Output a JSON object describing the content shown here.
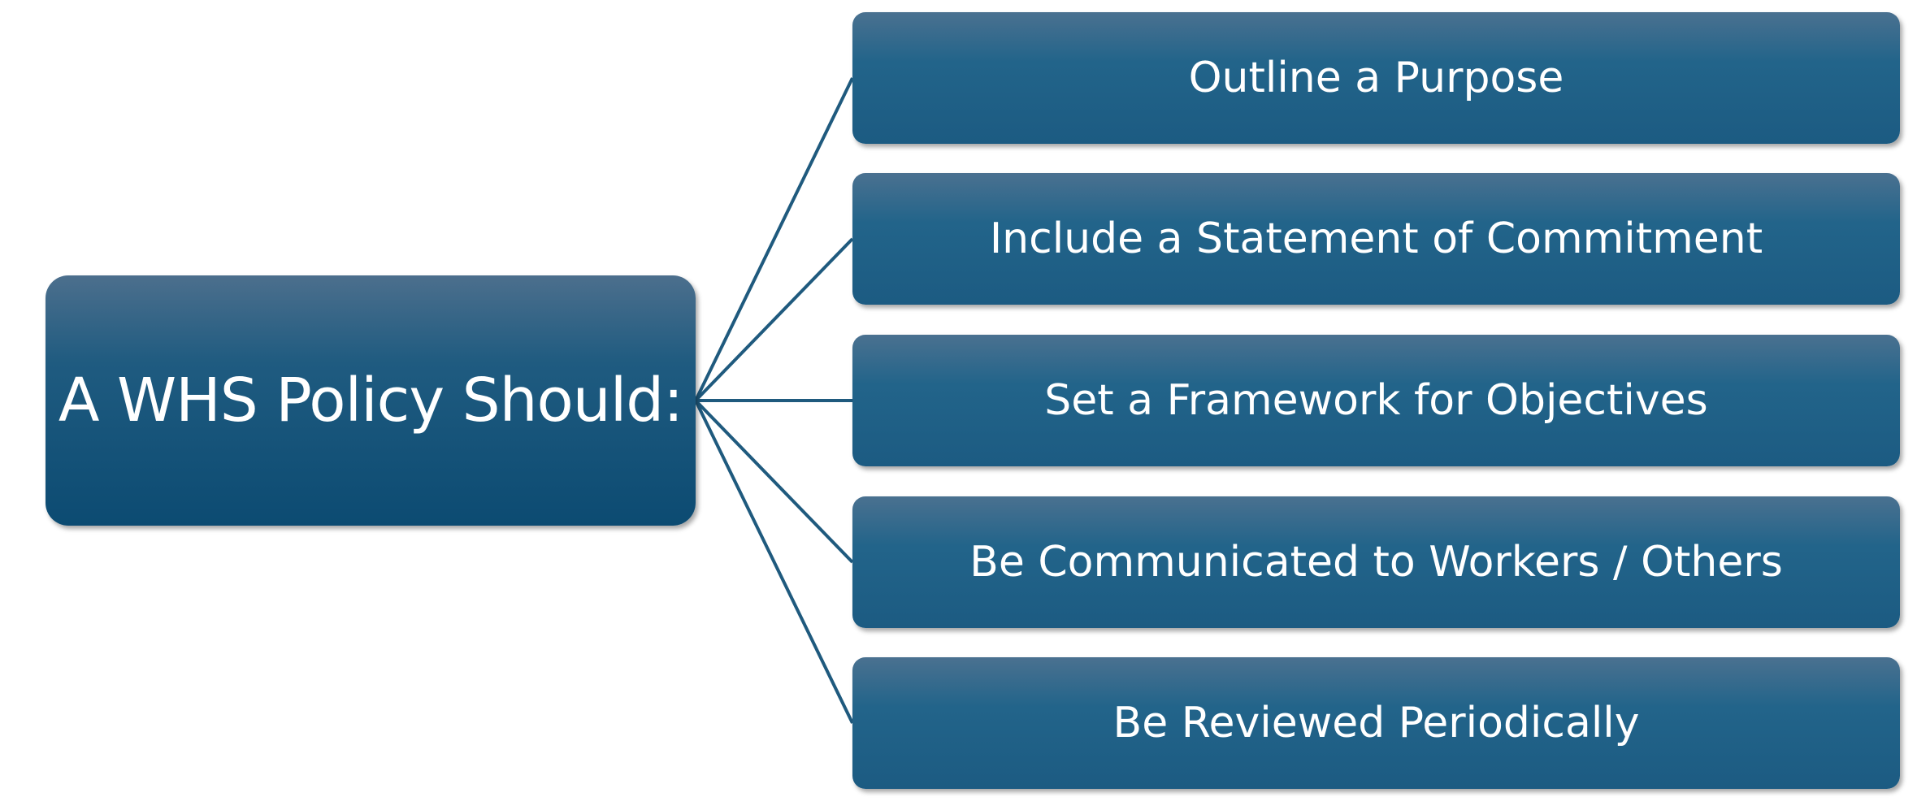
{
  "root": {
    "label": "A WHS Policy Should:"
  },
  "items": [
    {
      "label": "Outline a Purpose"
    },
    {
      "label": "Include a Statement of Commitment"
    },
    {
      "label": "Set a Framework for Objectives"
    },
    {
      "label": "Be Communicated to Workers / Others"
    },
    {
      "label": "Be Reviewed Periodically"
    }
  ],
  "colors": {
    "box_fill": "#1c5b82",
    "box_fill_top": "#4a7190",
    "connector": "#1f5a7e",
    "text": "#ffffff"
  }
}
